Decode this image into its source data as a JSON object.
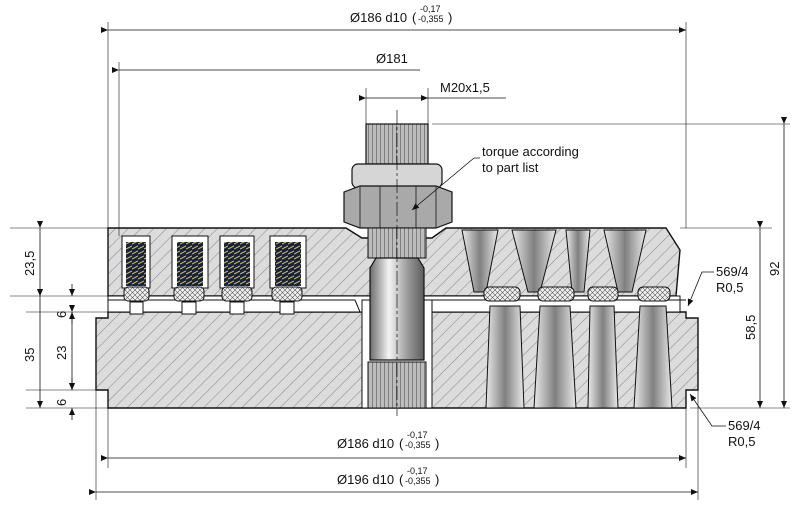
{
  "dimensions": {
    "d186_top": {
      "prefix": "Ø186 d10",
      "tol_upper": "-0,17",
      "tol_lower": "-0,355"
    },
    "d181": "Ø181",
    "thread": "M20x1,5",
    "d186_bottom": {
      "prefix": "Ø186 d10",
      "tol_upper": "-0,17",
      "tol_lower": "-0,355"
    },
    "d196": {
      "prefix": "Ø196 d10",
      "tol_upper": "-0,17",
      "tol_lower": "-0,355"
    },
    "h23_5": "23,5",
    "h6_top": "6",
    "h35": "35",
    "h23": "23",
    "h6_bottom": "6",
    "h92": "92",
    "h58_5": "58,5"
  },
  "callouts": {
    "torque_line1": "torque according",
    "torque_line2": "to part list",
    "seal_top_code": "569/4",
    "seal_top_radius": "R0,5",
    "seal_bottom_code": "569/4",
    "seal_bottom_radius": "R0,5"
  },
  "colors": {
    "steel_fill": "#dcdcdc",
    "hatch": "#8a8a8a",
    "spring_dark": "#1b2238",
    "cone_light": "#e8e8e8",
    "cone_dark": "#808080"
  }
}
